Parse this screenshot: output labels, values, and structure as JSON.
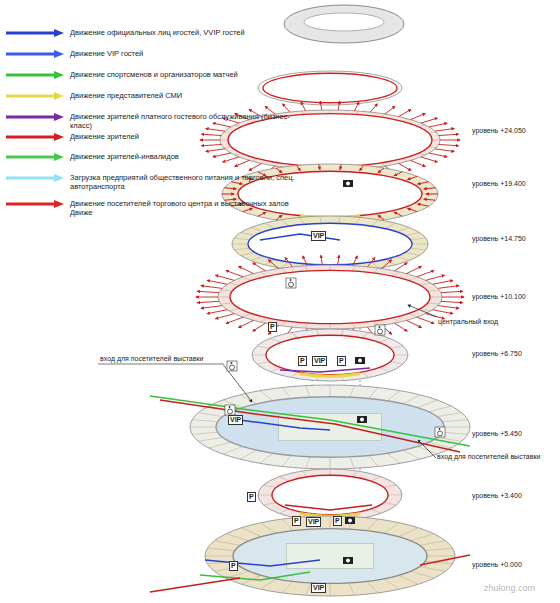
{
  "diagram": {
    "labels": [
      "уровень +24.050",
      "уровень +19.400",
      "уровень +14.750",
      "уровень +10.100",
      "центральный вход",
      "уровень +6.750",
      "вход для посетителей выставки",
      "уровень +5.450",
      "вход для посетителей выставки",
      "уровень +3.400",
      "уровень +0.000",
      "VIP",
      "VIP",
      "VIP",
      "VIP",
      "VIP",
      "P",
      "P",
      "P",
      "P",
      "P",
      "P",
      "P",
      "zhulong.com"
    ],
    "legend": [
      {
        "text": "Движение официальных лиц игостей, VVIP гостей",
        "color": "#2a3fd0"
      },
      {
        "text": "Движение VIP гостей",
        "color": "#3a5ae8"
      },
      {
        "text": "Движение спортсменов и организаторов матчей",
        "color": "#36c23a"
      },
      {
        "text": "Движение представителей СМИ",
        "color": "#e6d64a"
      },
      {
        "text": "Движение зрителей платного гостевого обслуживания (бизнес-класс)",
        "color": "#7a2aa0"
      },
      {
        "text": "Движение зрителей",
        "color": "#d42020"
      },
      {
        "text": "Движение зрителей-инвалидов",
        "color": "#48c848"
      },
      {
        "text": "Загрузка предприятий общественного питания и торговли, спец. автотранспорта",
        "color": "#8fe2f2"
      },
      {
        "text": "Движение посетителей торгового центра и выставочных залов Движе",
        "color": "#e02424"
      }
    ]
  }
}
